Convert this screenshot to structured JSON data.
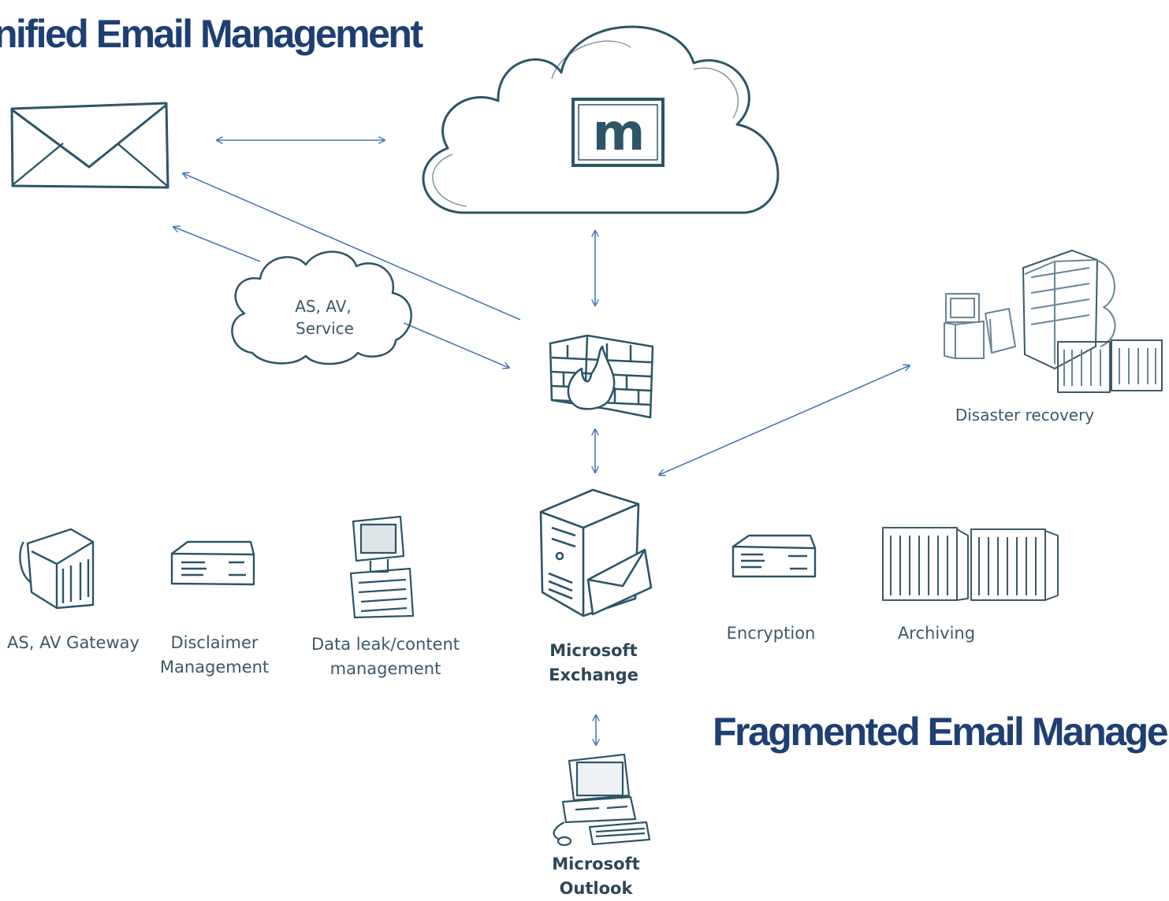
{
  "titles": {
    "unified": "nified Email Management",
    "fragmented": "Fragmented Email Manager"
  },
  "cloud_logo_letter": "m",
  "nodes": {
    "as_av_service": {
      "line1": "AS, AV,",
      "line2": "Service"
    },
    "disaster_recovery": {
      "label": "Disaster recovery"
    },
    "as_av_gateway": {
      "label": "AS, AV Gateway"
    },
    "disclaimer": {
      "line1": "Disclaimer",
      "line2": "Management"
    },
    "data_leak": {
      "line1": "Data leak/content",
      "line2": "management"
    },
    "exchange": {
      "line1": "Microsoft",
      "line2": "Exchange"
    },
    "encryption": {
      "label": "Encryption"
    },
    "archiving": {
      "label": "Archiving"
    },
    "outlook": {
      "line1": "Microsoft",
      "line2": "Outlook"
    }
  },
  "colors": {
    "heading": "#1e3f73",
    "arrow": "#4a78b8",
    "sketch": "#2c5567"
  }
}
